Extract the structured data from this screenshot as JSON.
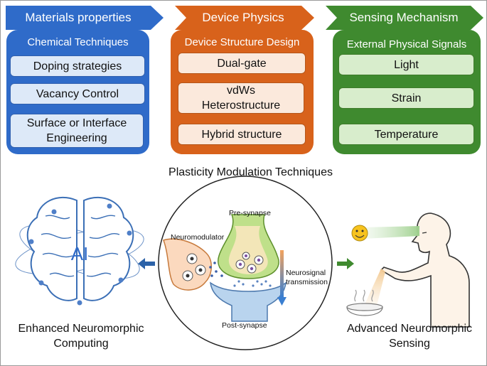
{
  "columns": [
    {
      "banner": "Materials properties",
      "header": "Chemical Techniques",
      "items": [
        "Doping strategies",
        "Vacancy Control",
        "Surface or Interface Engineering"
      ]
    },
    {
      "banner": "Device Physics",
      "header": "Device Structure Design",
      "items": [
        "Dual-gate",
        "vdWs Heterostructure",
        "Hybrid structure"
      ]
    },
    {
      "banner": "Sensing Mechanism",
      "header": "External Physical Signals",
      "items": [
        "Light",
        "Strain",
        "Temperature"
      ]
    }
  ],
  "center_title": "Plasticity Modulation Techniques",
  "brain": {
    "ai_label": "AI",
    "caption": "Enhanced Neuromorphic Computing"
  },
  "synapse": {
    "pre": "Pre-synapse",
    "modulator": "Neuromodulator",
    "transmission": "Neurosignal transmission",
    "post": "Post-synapse"
  },
  "sensing": {
    "caption": "Advanced Neuromorphic Sensing"
  },
  "colors": {
    "blue": "#2f6bc9",
    "orange": "#d8621b",
    "green": "#3f8a2f"
  }
}
